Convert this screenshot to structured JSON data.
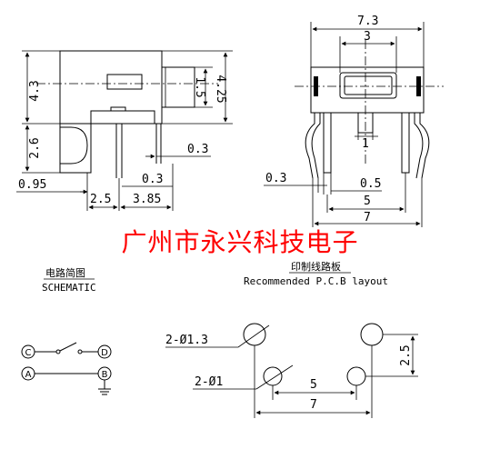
{
  "title_cn": "广州市永兴科技电子",
  "side_view": {
    "dim_height_upper": "4.3",
    "dim_height_lower": "2.6",
    "dim_knob_height": "1.5",
    "dim_body_height": "4.25",
    "dim_pin_width": "0.3",
    "dim_pin_offset": "0.3",
    "dim_left_offset": "0.95",
    "dim_pin_spacing_a": "2.5",
    "dim_pin_spacing_b": "3.85"
  },
  "front_view": {
    "dim_total_width": "7.3",
    "dim_knob_width": "3",
    "dim_center_gap": "1",
    "dim_pin_thickness": "0.3",
    "dim_pin_width": "0.5",
    "dim_pin_spacing_inner": "5",
    "dim_pin_spacing_outer": "7"
  },
  "schematic": {
    "title_cn": "电路简图",
    "title_en": "SCHEMATIC",
    "nodes": [
      "C",
      "D",
      "A",
      "B"
    ]
  },
  "pcb_layout": {
    "title_cn": "印制线路板",
    "title_en": "Recommended P.C.B layout",
    "large_hole_label": "2-Ø1.3",
    "small_hole_label": "2-Ø1",
    "dim_vertical": "2.5",
    "dim_inner": "5",
    "dim_outer": "7"
  }
}
